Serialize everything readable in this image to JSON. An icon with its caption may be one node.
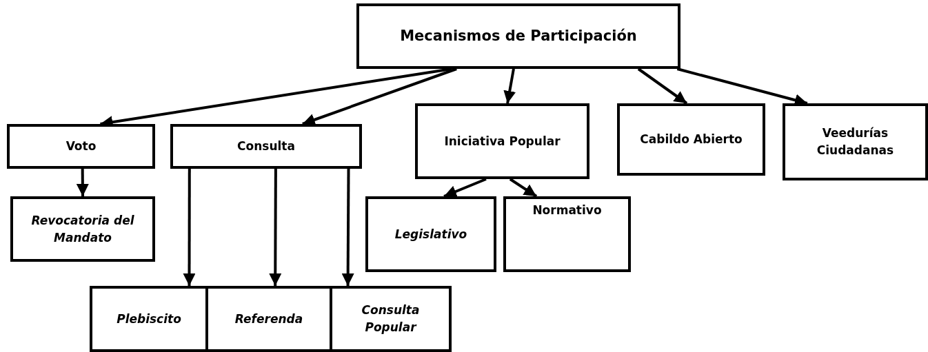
{
  "diagram": {
    "nodes": [
      {
        "text": [
          "Mecanismos de Participación"
        ]
      },
      {
        "text": [
          "Voto"
        ]
      },
      {
        "text": [
          "Consulta"
        ]
      },
      {
        "text": [
          "Iniciativa Popular"
        ]
      },
      {
        "text": [
          "Cabildo Abierto"
        ]
      },
      {
        "text": [
          "Veedurías Ciudadanas"
        ]
      },
      {
        "text": [
          "Revocatoria del Mandato"
        ]
      },
      {
        "text": [
          "Legislativo"
        ]
      },
      {
        "text": [
          "Normativo"
        ]
      },
      {
        "text": [
          "Plebiscito"
        ]
      },
      {
        "text": [
          "Referenda"
        ]
      },
      {
        "text": [
          "Consulta Popular"
        ]
      }
    ],
    "edges": [
      {
        "from": 0,
        "to": 1,
        "arrow": "to"
      },
      {
        "from": 0,
        "to": 2,
        "arrow": "to"
      },
      {
        "from": 0,
        "to": 3,
        "arrow": "to"
      },
      {
        "from": 0,
        "to": 4,
        "arrow": "to"
      },
      {
        "from": 0,
        "to": 5,
        "arrow": "to"
      },
      {
        "from": 1,
        "to": 6,
        "arrow": "to"
      },
      {
        "from": 2,
        "to": 9,
        "arrow": "to"
      },
      {
        "from": 2,
        "to": 10,
        "arrow": "to"
      },
      {
        "from": 2,
        "to": 11,
        "arrow": "to"
      },
      {
        "from": 3,
        "to": 7,
        "arrow": "to"
      },
      {
        "from": 3,
        "to": 8,
        "arrow": "to"
      }
    ]
  }
}
